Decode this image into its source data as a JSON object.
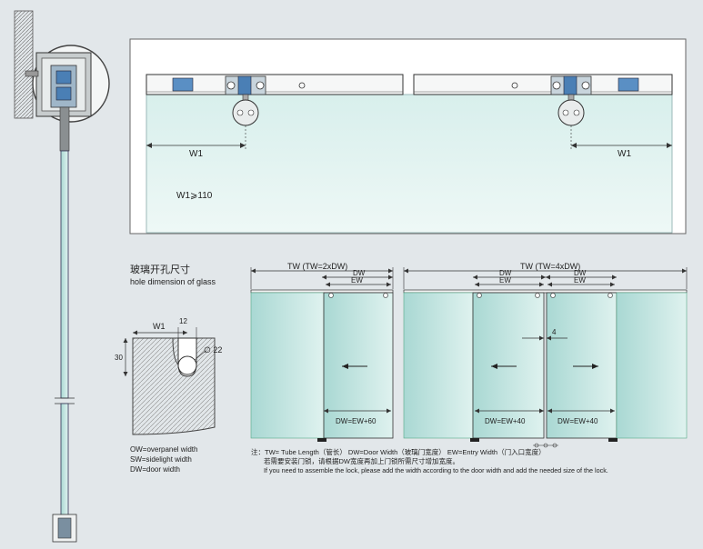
{
  "top_panel": {
    "w1_left": "W1",
    "w1_right": "W1",
    "w1_condition": "W1⩾110"
  },
  "hole": {
    "title_cn": "玻璃开孔尺寸",
    "title_en": "hole dimension of  glass",
    "w1": "W1",
    "slot_width": "12",
    "diameter": "∅ 22",
    "depth": "30"
  },
  "legend": {
    "ow": "OW=overpanel width",
    "sw": "SW=sidelight width",
    "dw": "DW=door width"
  },
  "door2": {
    "tw": "TW (TW=2xDW)",
    "dw": "DW",
    "ew": "EW",
    "formula": "DW=EW+60"
  },
  "door4": {
    "tw": "TW (TW=4xDW)",
    "dw_left": "DW",
    "dw_right": "DW",
    "ew_left": "EW",
    "ew_right": "EW",
    "gap": "4",
    "formula_left": "DW=EW+40",
    "formula_right": "DW=EW+40"
  },
  "notes": {
    "line1": "注：TW= Tube Length（管长）   DW=Door Width（玻璃门宽度）    EW=Entry Width（门入口宽度）",
    "line2": "若需要安装门锁，请根据DW宽度再加上门锁所需尺寸增加宽度。",
    "line3": "If you need to assemble the lock, please add the width according to the door width and add the needed size of the lock."
  }
}
